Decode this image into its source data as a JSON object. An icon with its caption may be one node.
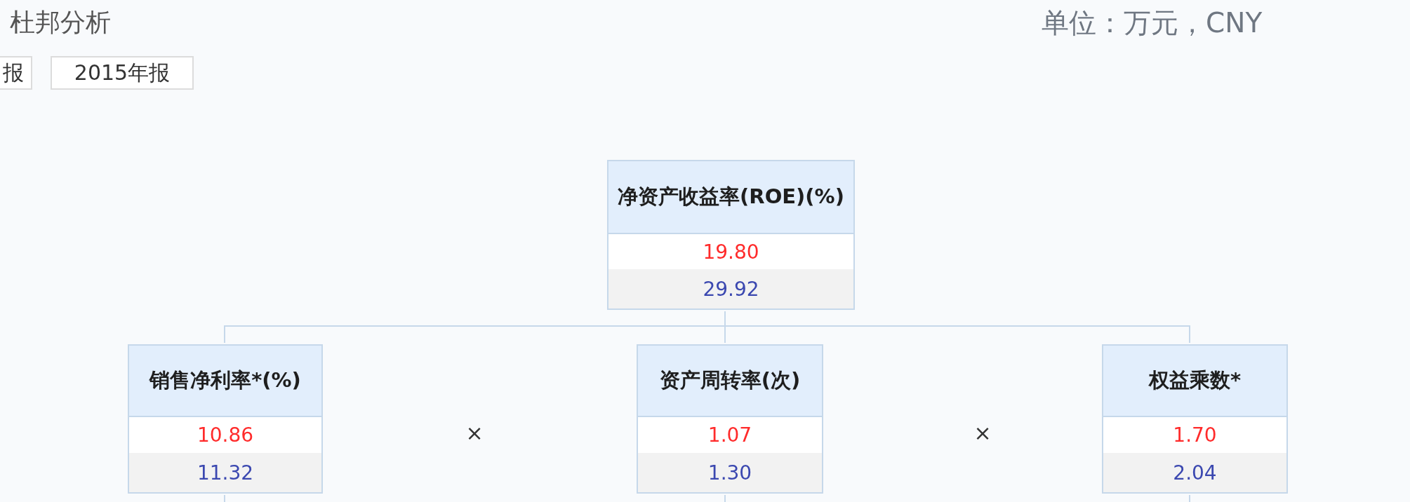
{
  "diagram": {
    "title": "杜邦分析",
    "nodes": [
      {
        "text": [
          "净资产收益率(ROE)(%)",
          "19.80",
          "29.92"
        ]
      },
      {
        "text": [
          "销售净利率*(%)",
          "10.86",
          "11.32"
        ]
      },
      {
        "text": [
          "资产周转率(次)",
          "1.07",
          "1.30"
        ]
      },
      {
        "text": [
          "权益乘数*",
          "1.70",
          "2.04"
        ]
      }
    ],
    "edges": [
      {
        "from": 0,
        "to": 1,
        "arrow": "none"
      },
      {
        "from": 0,
        "to": 2,
        "arrow": "none"
      },
      {
        "from": 0,
        "to": 3,
        "arrow": "none"
      },
      {
        "from": 1,
        "to": null,
        "arrow": "none"
      },
      {
        "from": 2,
        "to": null,
        "arrow": "none"
      },
      {
        "from": 3,
        "to": null,
        "arrow": "none"
      }
    ],
    "labels": [
      "报",
      "2015年报",
      "单位：万元，CNY",
      "×",
      "×"
    ]
  }
}
